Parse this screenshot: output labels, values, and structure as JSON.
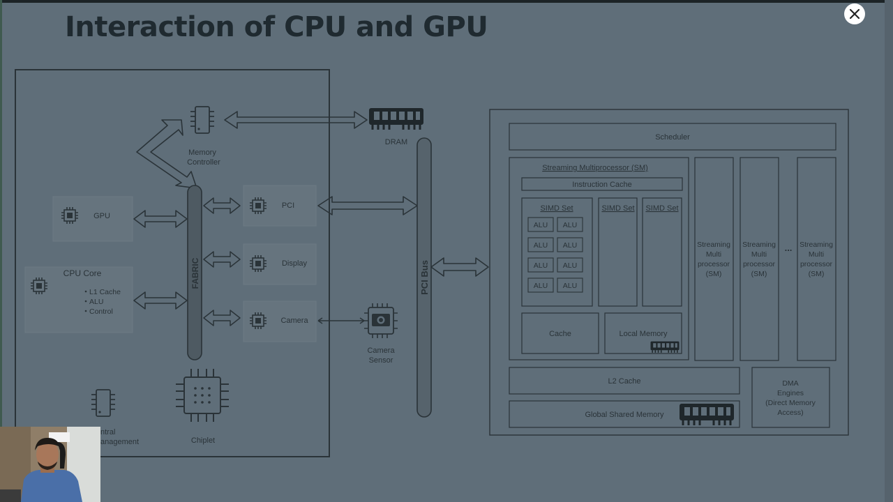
{
  "slide": {
    "title": "Interaction of CPU and GPU"
  },
  "colors": {
    "background": "#5f6e79",
    "line": "#2a3338",
    "close_button": "#ffffff"
  },
  "soc": {
    "memory_controller": [
      "Memory",
      "Controller"
    ],
    "fabric": "FABRIC",
    "gpu": "GPU",
    "cpu_core": {
      "title": "CPU Core",
      "items": [
        "L1 Cache",
        "ALU",
        "Control"
      ]
    },
    "pci": "PCI",
    "display": "Display",
    "camera": "Camera",
    "central_management": [
      "ntral",
      "anagement"
    ],
    "chiplet": "Chiplet"
  },
  "external": {
    "dram": "DRAM",
    "pci_bus": "PCI Bus",
    "camera_sensor": [
      "Camera",
      "Sensor"
    ]
  },
  "gpu_arch": {
    "scheduler": "Scheduler",
    "sm_title": "Streaming Multiprocessor (SM)",
    "instruction_cache": "Instruction Cache",
    "simd_sets": [
      "SIMD Set",
      "SIMD Set",
      "SIMD Set"
    ],
    "alu_label": "ALU",
    "cache": "Cache",
    "local_memory": "Local Memory",
    "sm_column": [
      "Streaming",
      "Multi",
      "processor",
      "(SM)"
    ],
    "ellipsis": "...",
    "l2_cache": "L2 Cache",
    "global_shared_memory": "Global Shared Memory",
    "dma": [
      "DMA",
      "Engines",
      "(Direct Memory",
      "Access)"
    ]
  }
}
